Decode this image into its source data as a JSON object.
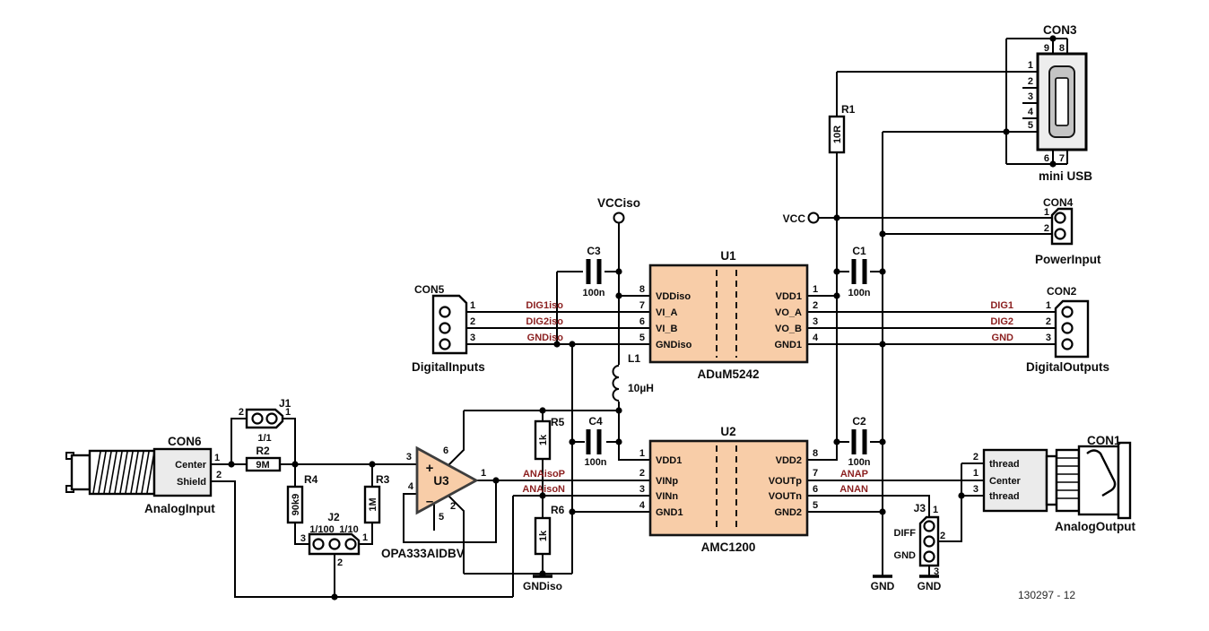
{
  "doc_number": "130297 - 12",
  "colors": {
    "ic_fill": "#f8cda8",
    "net_label": "#8b1f1f",
    "connector_fill": "#ebebeb",
    "wire": "#000000"
  },
  "power": {
    "vcc": "VCC",
    "vcciso": "VCCiso",
    "gnd": "GND",
    "gndiso": "GNDiso"
  },
  "nets": {
    "dig1iso": "DIG1iso",
    "dig2iso": "DIG2iso",
    "gndiso": "GNDiso",
    "dig1": "DIG1",
    "dig2": "DIG2",
    "gnd": "GND",
    "anaisop": "ANAisoP",
    "anaison": "ANAisoN",
    "anap": "ANAP",
    "anan": "ANAN"
  },
  "ics": {
    "u1": {
      "ref": "U1",
      "part": "ADuM5242",
      "left_pins": [
        {
          "num": "8",
          "name": "VDDiso"
        },
        {
          "num": "7",
          "name": "VI_A"
        },
        {
          "num": "6",
          "name": "VI_B"
        },
        {
          "num": "5",
          "name": "GNDiso"
        }
      ],
      "right_pins": [
        {
          "num": "1",
          "name": "VDD1"
        },
        {
          "num": "2",
          "name": "VO_A"
        },
        {
          "num": "3",
          "name": "VO_B"
        },
        {
          "num": "4",
          "name": "GND1"
        }
      ]
    },
    "u2": {
      "ref": "U2",
      "part": "AMC1200",
      "left_pins": [
        {
          "num": "1",
          "name": "VDD1"
        },
        {
          "num": "2",
          "name": "VINp"
        },
        {
          "num": "3",
          "name": "VINn"
        },
        {
          "num": "4",
          "name": "GND1"
        }
      ],
      "right_pins": [
        {
          "num": "8",
          "name": "VDD2"
        },
        {
          "num": "7",
          "name": "VOUTp"
        },
        {
          "num": "6",
          "name": "VOUTn"
        },
        {
          "num": "5",
          "name": "GND2"
        }
      ]
    },
    "u3": {
      "ref": "U3",
      "part": "OPA333AIDBV",
      "plus": "+",
      "minus": "–",
      "pin1": "1",
      "pin2": "2",
      "pin3": "3",
      "pin4": "4",
      "pin5": "5",
      "pin6": "6"
    }
  },
  "resistors": {
    "r1": {
      "ref": "R1",
      "value": "10R"
    },
    "r2": {
      "ref": "R2",
      "value": "9M"
    },
    "r3": {
      "ref": "R3",
      "value": "1M"
    },
    "r4": {
      "ref": "R4",
      "value": "90k9"
    },
    "r5": {
      "ref": "R5",
      "value": "1k"
    },
    "r6": {
      "ref": "R6",
      "value": "1k"
    }
  },
  "capacitors": {
    "c1": {
      "ref": "C1",
      "value": "100n"
    },
    "c2": {
      "ref": "C2",
      "value": "100n"
    },
    "c3": {
      "ref": "C3",
      "value": "100n"
    },
    "c4": {
      "ref": "C4",
      "value": "100n"
    }
  },
  "inductor": {
    "ref": "L1",
    "value": "10µH"
  },
  "connectors": {
    "con1": {
      "ref": "CON1",
      "label": "AnalogOutput",
      "rows": [
        "thread",
        "Center",
        "thread"
      ],
      "pins": [
        "2",
        "1",
        "3"
      ]
    },
    "con2": {
      "ref": "CON2",
      "label": "DigitalOutputs",
      "pins": [
        "1",
        "2",
        "3"
      ]
    },
    "con3": {
      "ref": "CON3",
      "label": "mini USB",
      "pins_top": [
        "9",
        "8"
      ],
      "pins_left": [
        "1",
        "2",
        "3",
        "4",
        "5"
      ],
      "pins_bottom": [
        "6",
        "7"
      ]
    },
    "con4": {
      "ref": "CON4",
      "label": "PowerInput",
      "pins": [
        "1",
        "2"
      ]
    },
    "con5": {
      "ref": "CON5",
      "label": "DigitalInputs",
      "pins": [
        "1",
        "2",
        "3"
      ]
    },
    "con6": {
      "ref": "CON6",
      "label": "AnalogInput",
      "rows": [
        "Center",
        "Shield"
      ],
      "pins": [
        "1",
        "2"
      ]
    }
  },
  "jumpers": {
    "j1": {
      "ref": "J1",
      "option": "1/1",
      "pin_left": "2",
      "pin_right": "1"
    },
    "j2": {
      "ref": "J2",
      "option_left": "1/100",
      "option_right": "1/10",
      "pin_left": "3",
      "pin_right": "1",
      "pin_bottom": "2"
    },
    "j3": {
      "ref": "J3",
      "option_top": "DIFF",
      "option_bottom": "GND",
      "pin1": "1",
      "pin2": "2",
      "pin3": "3"
    }
  }
}
